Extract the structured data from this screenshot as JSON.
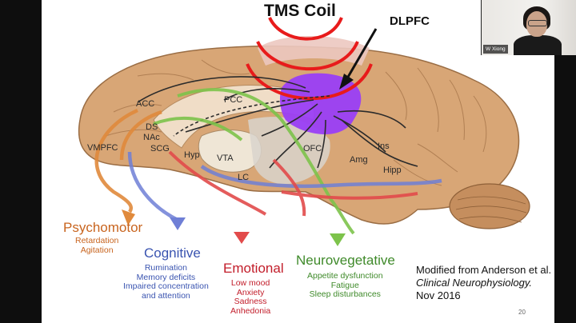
{
  "participant": {
    "name": "W Xiong"
  },
  "slide": {
    "coil_title": "TMS Coil",
    "dlpfc_label": "DLPFC",
    "regions": {
      "acc": "ACC",
      "pcc": "PCC",
      "ds": "DS",
      "nac": "NAc",
      "scg": "SCG",
      "vmpfc": "VMPFC",
      "hyp": "Hyp",
      "vta": "VTA",
      "lc": "LC",
      "ofc": "OFC",
      "amg": "Amg",
      "ins": "Ins",
      "hipp": "Hipp"
    },
    "categories": {
      "psychomotor": {
        "title": "Psychomotor",
        "items": [
          "Retardation",
          "Agitation"
        ],
        "color": "#c8641e"
      },
      "cognitive": {
        "title": "Cognitive",
        "items": [
          "Rumination",
          "Memory deficits",
          "Impaired concentration",
          "and attention"
        ],
        "color": "#3a54b0"
      },
      "emotional": {
        "title": "Emotional",
        "items": [
          "Low mood",
          "Anxiety",
          "Sadness",
          "Anhedonia"
        ],
        "color": "#c21d2a"
      },
      "neurovegetative": {
        "title": "Neurovegetative",
        "items": [
          "Appetite dysfunction",
          "Fatigue",
          "Sleep disturbances"
        ],
        "color": "#3f8a2a"
      }
    },
    "citation": {
      "line1": "Modified from Anderson et al.",
      "line2": "Clinical Neurophysiology.",
      "line3": "Nov 2016"
    },
    "page_number": "20"
  }
}
